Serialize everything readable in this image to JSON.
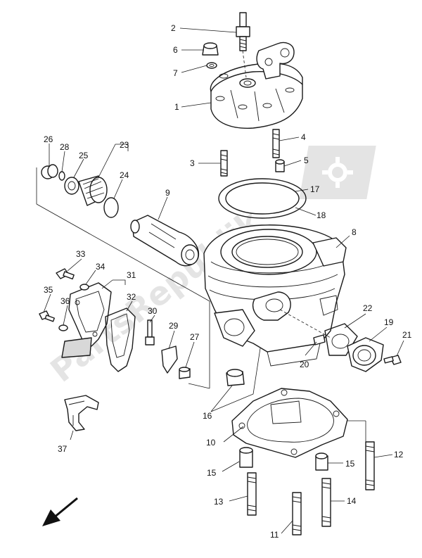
{
  "watermark": {
    "text": "PartsRepublik",
    "color": "#cfcfcf"
  },
  "callouts": [
    {
      "id": "1",
      "label": "1"
    },
    {
      "id": "2",
      "label": "2"
    },
    {
      "id": "3",
      "label": "3"
    },
    {
      "id": "4",
      "label": "4"
    },
    {
      "id": "5",
      "label": "5"
    },
    {
      "id": "6",
      "label": "6"
    },
    {
      "id": "7",
      "label": "7"
    },
    {
      "id": "8",
      "label": "8"
    },
    {
      "id": "9",
      "label": "9"
    },
    {
      "id": "10",
      "label": "10"
    },
    {
      "id": "11",
      "label": "11"
    },
    {
      "id": "12",
      "label": "12"
    },
    {
      "id": "13",
      "label": "13"
    },
    {
      "id": "14",
      "label": "14"
    },
    {
      "id": "15a",
      "label": "15"
    },
    {
      "id": "15b",
      "label": "15"
    },
    {
      "id": "16",
      "label": "16"
    },
    {
      "id": "17",
      "label": "17"
    },
    {
      "id": "18",
      "label": "18"
    },
    {
      "id": "19",
      "label": "19"
    },
    {
      "id": "20",
      "label": "20"
    },
    {
      "id": "21",
      "label": "21"
    },
    {
      "id": "22",
      "label": "22"
    },
    {
      "id": "23",
      "label": "23"
    },
    {
      "id": "24",
      "label": "24"
    },
    {
      "id": "25",
      "label": "25"
    },
    {
      "id": "26",
      "label": "26"
    },
    {
      "id": "27",
      "label": "27"
    },
    {
      "id": "28",
      "label": "28"
    },
    {
      "id": "29",
      "label": "29"
    },
    {
      "id": "30",
      "label": "30"
    },
    {
      "id": "31",
      "label": "31"
    },
    {
      "id": "32",
      "label": "32"
    },
    {
      "id": "33",
      "label": "33"
    },
    {
      "id": "34",
      "label": "34"
    },
    {
      "id": "35",
      "label": "35"
    },
    {
      "id": "36",
      "label": "36"
    },
    {
      "id": "37",
      "label": "37"
    }
  ],
  "icons": {
    "front_arrow": "front-direction-arrow-icon",
    "watermark_gear": "gear-icon"
  }
}
